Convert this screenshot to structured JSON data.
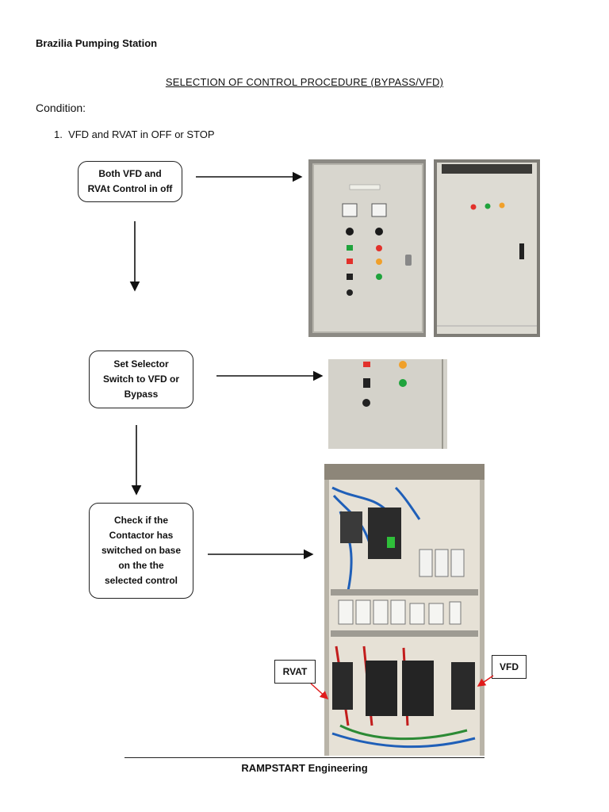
{
  "header": {
    "title": "Brazilia Pumping Station"
  },
  "document": {
    "title": "SELECTION OF CONTROL PROCEDURE (BYPASS/VFD)",
    "condition_label": "Condition:",
    "step_1": "1.  VFD and RVAT in OFF or STOP"
  },
  "flow": {
    "box_1": "Both VFD and\nRVAt Control in off",
    "box_2": "Set Selector\nSwitch to VFD or\nBypass",
    "box_3": "Check if the\nContactor has\nswitched on base\non the the\nselected control"
  },
  "photo_labels": {
    "rvat": "RVAT",
    "vfd": "VFD"
  },
  "footer": {
    "company": "RAMPSTART Engineering"
  },
  "colors": {
    "panel": "#d9d7cf",
    "pilot_red": "#e2312b",
    "pilot_amber": "#f0a02a",
    "pilot_green": "#1fa33c",
    "arrow_red": "#e01b1b"
  }
}
